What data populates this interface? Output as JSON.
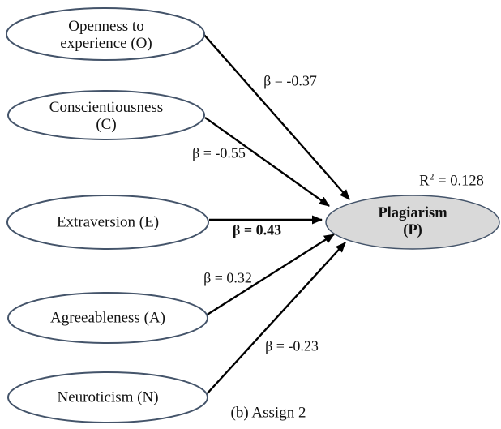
{
  "figure": {
    "caption": "(b) Assign 2",
    "outcome": {
      "label": "Plagiarism (P)",
      "r2_base": "R",
      "r2_sup": "2",
      "r2_rest": " = 0.128"
    },
    "predictors": [
      {
        "id": "openness",
        "label": "Openness to\nexperience (O)",
        "beta": "β = -0.37",
        "beta_bold": false
      },
      {
        "id": "conscientiousness",
        "label": "Conscientiousness\n(C)",
        "beta": "β = -0.55",
        "beta_bold": false
      },
      {
        "id": "extraversion",
        "label": "Extraversion (E)",
        "beta": "β = 0.43",
        "beta_bold": true
      },
      {
        "id": "agreeableness",
        "label": "Agreeableness (A)",
        "beta": "β = 0.32",
        "beta_bold": false
      },
      {
        "id": "neuroticism",
        "label": "Neuroticism (N)",
        "beta": "β = -0.23",
        "beta_bold": false
      }
    ],
    "colors": {
      "node_border": "#44546A",
      "outcome_fill": "#D9D9D9",
      "arrow": "#000000",
      "background": "#FFFFFF"
    }
  }
}
